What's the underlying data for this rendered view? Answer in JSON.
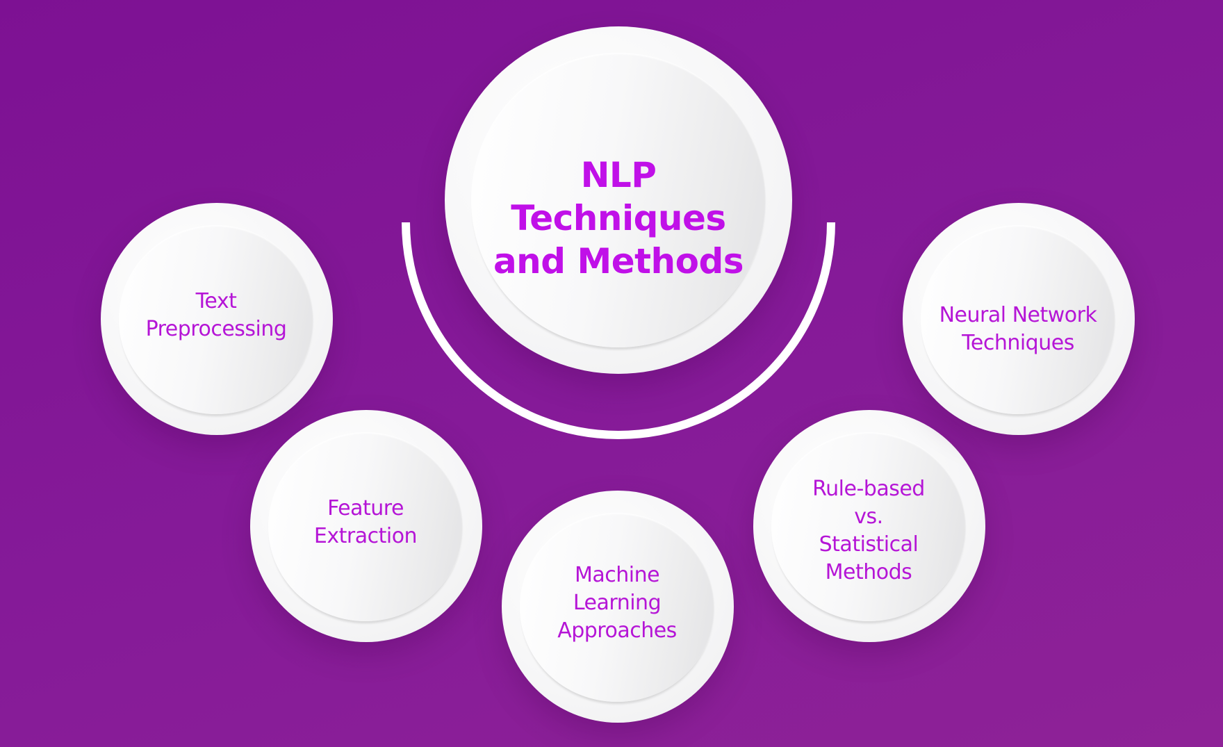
{
  "diagram": {
    "title": "NLP\nTechniques\nand Methods",
    "nodes": [
      {
        "id": "text-preprocessing",
        "label": "Text\nPreprocessing"
      },
      {
        "id": "feature-extraction",
        "label": "Feature\nExtraction"
      },
      {
        "id": "machine-learning-approaches",
        "label": "Machine\nLearning\nApproaches"
      },
      {
        "id": "rule-based-vs-statistical",
        "label": "Rule-based\nvs.\nStatistical\nMethods"
      },
      {
        "id": "neural-network-techniques",
        "label": "Neural Network\nTechniques"
      }
    ]
  },
  "colors": {
    "background": "#851a98",
    "title_text": "#c010e8",
    "node_text": "#b515d6",
    "circle": "#f6f6f7"
  }
}
